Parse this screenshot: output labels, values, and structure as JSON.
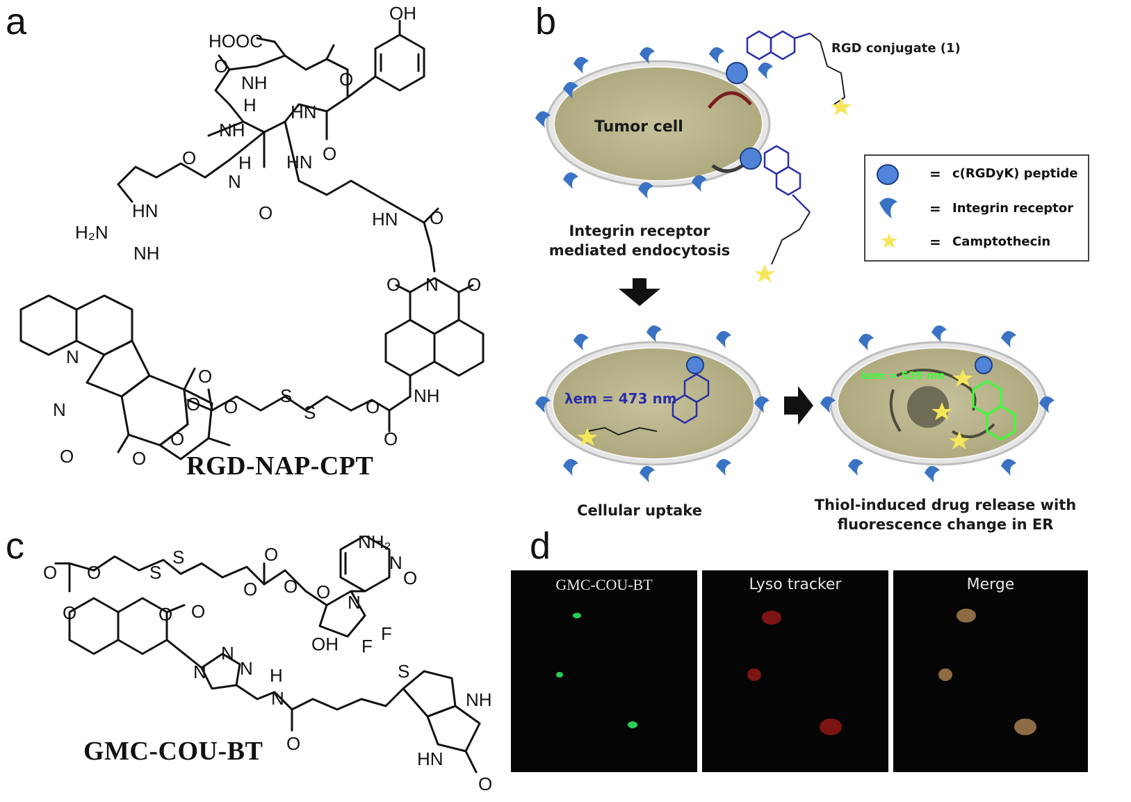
{
  "panels": {
    "a": {
      "letter": "a",
      "compound_name": "RGD-NAP-CPT",
      "atom_labels": [
        "HOOC",
        "OH",
        "O",
        "NH",
        "H",
        "HN",
        "O",
        "NH",
        "O",
        "H",
        "N",
        "HN",
        "O",
        "HN",
        "NH",
        "H2N",
        "NH",
        "O",
        "HN",
        "O",
        "N",
        "O",
        "O",
        "N",
        "O",
        "O",
        "O",
        "S",
        "S",
        "O",
        "NH",
        "O",
        "O",
        "O",
        "O"
      ]
    },
    "b": {
      "letter": "b",
      "rgd_conjugate": "RGD conjugate (1)",
      "tumor_cell": "Tumor cell",
      "endocytosis_line1": "Integrin receptor",
      "endocytosis_line2": "mediated endocytosis",
      "lambda_blue": "λem = 473 nm",
      "lambda_green": "λem = 535 nm",
      "cellular_uptake": "Cellular uptake",
      "release_line1": "Thiol-induced drug release with",
      "release_line2": "fluorescence change in ER",
      "legend": [
        {
          "symbol": "blue-circle",
          "eq": "=",
          "text": "c(RGDyK) peptide"
        },
        {
          "symbol": "integrin-receptor",
          "eq": "=",
          "text": "Integrin receptor"
        },
        {
          "symbol": "yellow-star",
          "eq": "=",
          "text": "Camptothecin"
        }
      ],
      "colors": {
        "cell_fill": "#b9b48a",
        "receptor": "#3a73c4",
        "naphthalimide_blue": "#2b2fa8",
        "released_green": "#39ff39",
        "star": "#f5e65a"
      }
    },
    "c": {
      "letter": "c",
      "compound_name": "GMC-COU-BT",
      "atom_labels": [
        "NH2",
        "N",
        "O",
        "N",
        "O",
        "O",
        "O",
        "S",
        "S",
        "O",
        "O",
        "O",
        "O",
        "O",
        "O",
        "OH",
        "F",
        "F",
        "N",
        "N",
        "N",
        "H",
        "N",
        "S",
        "NH",
        "HN",
        "O",
        "O"
      ]
    },
    "d": {
      "letter": "d",
      "images": [
        {
          "title": "GMC-COU-BT",
          "color": "#33ff66"
        },
        {
          "title": "Lyso tracker",
          "color": "#e02020"
        },
        {
          "title": "Merge",
          "color": "#e8b070"
        }
      ]
    }
  }
}
